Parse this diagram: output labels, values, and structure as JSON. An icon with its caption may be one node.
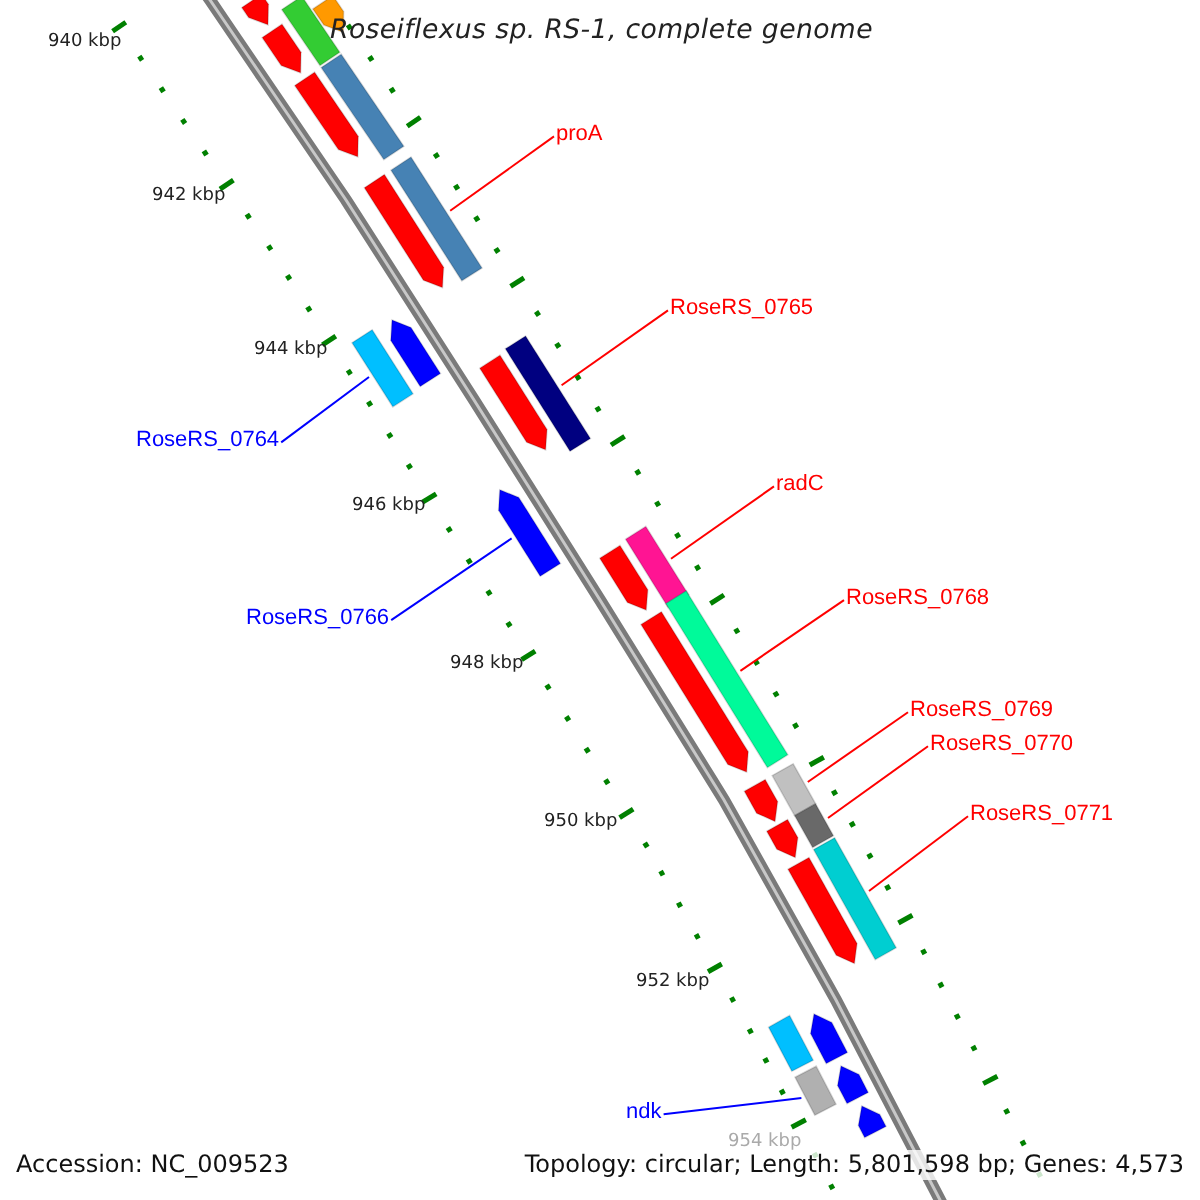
{
  "diagram": {
    "title": "Roseiflexus sp. RS-1, complete genome",
    "nodes": [
      {
        "text": [
          "proA"
        ]
      },
      {
        "text": [],
        "shape": "bar"
      },
      {
        "text": [
          "RoseRS_0765"
        ]
      },
      {
        "text": [],
        "shape": "bar"
      },
      {
        "text": [
          "RoseRS_0764"
        ]
      },
      {
        "text": [],
        "shape": "bar"
      },
      {
        "text": [
          "radC"
        ]
      },
      {
        "text": [],
        "shape": "bar"
      },
      {
        "text": [
          "RoseRS_0766"
        ]
      },
      {
        "text": [],
        "shape": "arrow"
      },
      {
        "text": [
          "RoseRS_0768"
        ]
      },
      {
        "text": [],
        "shape": "bar"
      },
      {
        "text": [
          "RoseRS_0769"
        ]
      },
      {
        "text": [],
        "shape": "bar"
      },
      {
        "text": [
          "RoseRS_0770"
        ]
      },
      {
        "text": [],
        "shape": "bar"
      },
      {
        "text": [
          "RoseRS_0771"
        ]
      },
      {
        "text": [],
        "shape": "bar"
      },
      {
        "text": [
          "ndk"
        ]
      },
      {
        "text": [],
        "shape": "bar"
      },
      {
        "text": [],
        "shape": "arrow"
      },
      {
        "text": [],
        "shape": "arrow"
      },
      {
        "text": [],
        "shape": "arrow"
      },
      {
        "text": [],
        "shape": "arrow"
      },
      {
        "text": [],
        "shape": "arrow"
      },
      {
        "text": [],
        "shape": "arrow"
      },
      {
        "text": [],
        "shape": "arrow"
      },
      {
        "text": [],
        "shape": "arrow"
      },
      {
        "text": [],
        "shape": "arrow"
      },
      {
        "text": [],
        "shape": "arrow"
      },
      {
        "text": [],
        "shape": "bar"
      },
      {
        "text": [],
        "shape": "arrow"
      },
      {
        "text": [],
        "shape": "bar"
      },
      {
        "text": [],
        "shape": "arrow"
      },
      {
        "text": [],
        "shape": "bar"
      },
      {
        "text": [],
        "shape": "arrow"
      },
      {
        "text": [],
        "shape": "arrow"
      },
      {
        "text": [],
        "shape": "arrow"
      }
    ],
    "edges": [
      {
        "from": 0,
        "to": 1,
        "arrow": "none"
      },
      {
        "from": 2,
        "to": 3,
        "arrow": "none"
      },
      {
        "from": 4,
        "to": 5,
        "arrow": "none",
        "color": "#0000ff"
      },
      {
        "from": 6,
        "to": 7,
        "arrow": "none"
      },
      {
        "from": 8,
        "to": 9,
        "arrow": "none",
        "color": "#0000ff"
      },
      {
        "from": 10,
        "to": 11,
        "arrow": "none"
      },
      {
        "from": 12,
        "to": 13,
        "arrow": "none"
      },
      {
        "from": 14,
        "to": 15,
        "arrow": "none"
      },
      {
        "from": 16,
        "to": 17,
        "arrow": "none"
      },
      {
        "from": 18,
        "to": 19,
        "arrow": "none",
        "color": "#0000ff"
      }
    ],
    "labels": [
      "940 kbp",
      "942 kbp",
      "944 kbp",
      "946 kbp",
      "948 kbp",
      "950 kbp",
      "952 kbp",
      "954 kbp",
      "Accession: NC_009523",
      "Topology: circular; Length: 5,801,598 bp; Genes: 4,573"
    ]
  }
}
